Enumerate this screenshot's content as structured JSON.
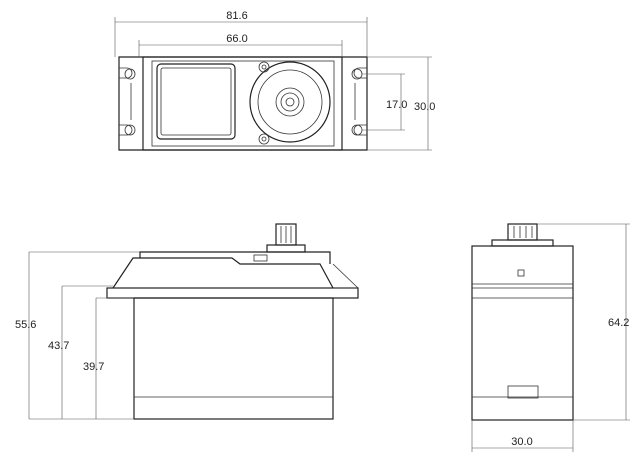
{
  "dimensions": {
    "top_overall_width": "81.6",
    "top_hole_spacing": "66.0",
    "top_hole_vertical": "17.0",
    "top_depth": "30.0",
    "front_total_height": "55.6",
    "front_mount_height": "43.7",
    "front_body_height": "39.7",
    "side_total_height": "64.2",
    "side_width": "30.0"
  },
  "colors": {
    "outline": "#222222",
    "dimension": "#555555",
    "background": "#ffffff"
  }
}
